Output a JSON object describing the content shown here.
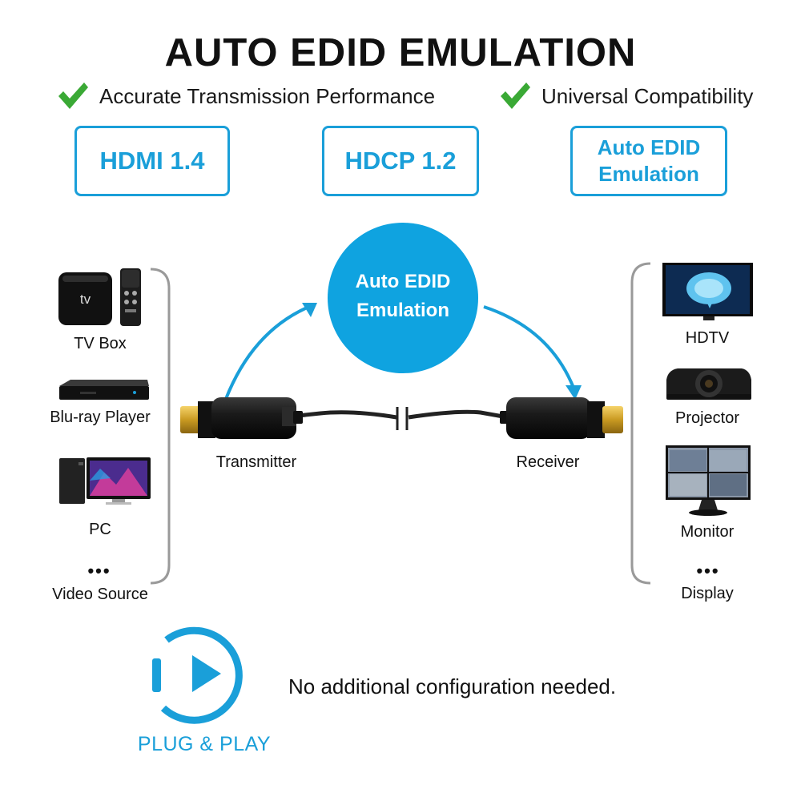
{
  "title": "AUTO EDID EMULATION",
  "features": [
    {
      "label": "Accurate Transmission Performance",
      "icon": "green-check-icon"
    },
    {
      "label": "Universal Compatibility",
      "icon": "green-check-icon"
    }
  ],
  "spec_boxes": [
    {
      "label": "HDMI 1.4"
    },
    {
      "label": "HDCP 1.2"
    },
    {
      "line1": "Auto EDID",
      "line2": "Emulation"
    }
  ],
  "center_circle": {
    "line1": "Auto EDID",
    "line2": "Emulation"
  },
  "sources": {
    "items": [
      "TV Box",
      "Blu-ray Player",
      "PC"
    ],
    "more": "•••",
    "footer": "Video Source"
  },
  "displays": {
    "items": [
      "HDTV",
      "Projector",
      "Monitor"
    ],
    "more": "•••",
    "footer": "Display"
  },
  "transmitter": "Transmitter",
  "receiver": "Receiver",
  "tv_logo": "tv",
  "plug_play": "PLUG & PLAY",
  "config_note": "No additional configuration needed.",
  "colors": {
    "accent": "#1a9fd9",
    "check": "#3aa935",
    "bracket": "#9a9a9a"
  }
}
